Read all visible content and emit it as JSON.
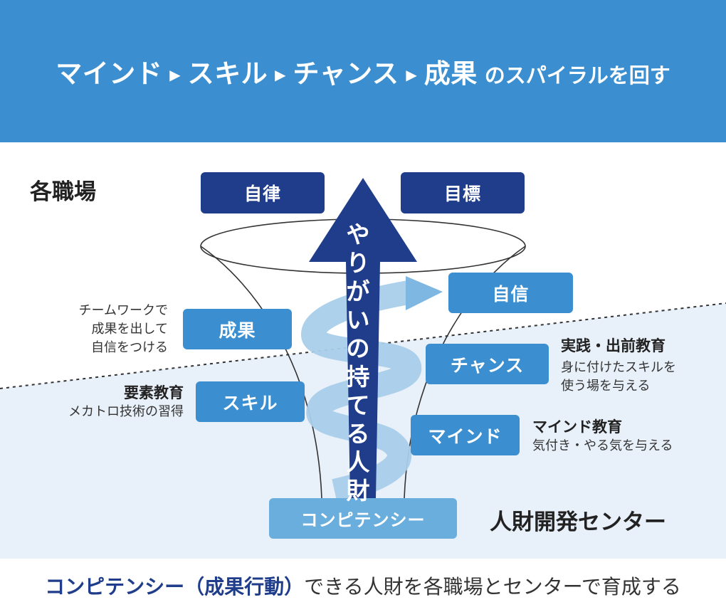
{
  "header": {
    "steps": [
      "マインド",
      "スキル",
      "チャンス",
      "成果"
    ],
    "separator": "▶",
    "suffix": "のスパイラルを回す"
  },
  "zones": {
    "workplace": "各職場",
    "center": "人財開発センター"
  },
  "boxes": {
    "autonomy": "自律",
    "goal": "目標",
    "confidence": "自信",
    "result": "成果",
    "chance": "チャンス",
    "skill": "スキル",
    "mind": "マインド",
    "competency": "コンピテンシー"
  },
  "arrow_text": "やりがいの持てる人財",
  "notes": {
    "teamwork": [
      "チームワークで",
      "成果を出して",
      "自信をつける"
    ],
    "elements": {
      "title": "要素教育",
      "body": "メカトロ技術の習得"
    },
    "practice": {
      "title": "実践・出前教育",
      "body": [
        "身に付けたスキルを",
        "使う場を与える"
      ]
    },
    "mind_edu": {
      "title": "マインド教育",
      "body": "気付き・やる気を与える"
    }
  },
  "footer": {
    "emphasis": "コンピテンシー（成果行動）",
    "rest": "できる人財を各職場とセンターで育成する"
  },
  "colors": {
    "header_bg": "#3b8fd0",
    "dark_box": "#1f3d8a",
    "mid_box": "#3b8fd0",
    "light_box": "#6aaede",
    "lower_bg": "#e8f0f9",
    "arrow": "#1f3d8a",
    "spiral": "#a9cdea"
  }
}
